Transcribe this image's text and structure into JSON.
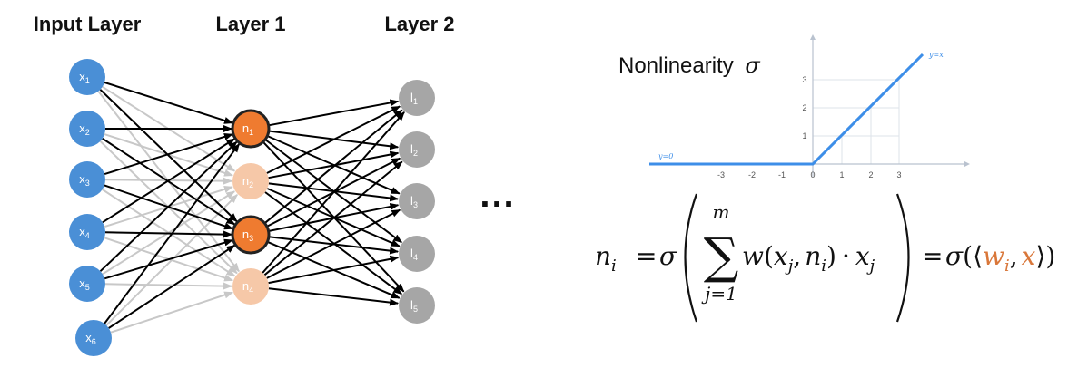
{
  "headers": {
    "input_layer": "Input Layer",
    "layer1": "Layer 1",
    "layer2": "Layer 2"
  },
  "colors": {
    "input_node": "#4a8fd6",
    "active_node": "#ef7b30",
    "active_stroke": "#222222",
    "faded_node": "#f6c8a8",
    "output_node": "#a6a6a6",
    "strong_edge": "#000000",
    "faded_edge": "#c8c8c8",
    "relu_line": "#3d8ee8",
    "axis": "#b9c2cf",
    "highlight": "#d9773a"
  },
  "input_nodes": [
    {
      "base": "x",
      "sub": "1"
    },
    {
      "base": "x",
      "sub": "2"
    },
    {
      "base": "x",
      "sub": "3"
    },
    {
      "base": "x",
      "sub": "4"
    },
    {
      "base": "x",
      "sub": "5"
    },
    {
      "base": "x",
      "sub": "6"
    }
  ],
  "hidden_nodes": [
    {
      "base": "n",
      "sub": "1",
      "active": true
    },
    {
      "base": "n",
      "sub": "2",
      "active": false
    },
    {
      "base": "n",
      "sub": "3",
      "active": true
    },
    {
      "base": "n",
      "sub": "4",
      "active": false
    }
  ],
  "output_nodes": [
    {
      "base": "l",
      "sub": "1"
    },
    {
      "base": "l",
      "sub": "2"
    },
    {
      "base": "l",
      "sub": "3"
    },
    {
      "base": "l",
      "sub": "4"
    },
    {
      "base": "l",
      "sub": "5"
    }
  ],
  "ellipsis": "...",
  "nonlinearity": {
    "label": "Nonlinearity",
    "symbol": "σ",
    "line_label_left": "y=0",
    "line_label_right": "y=x",
    "x_ticks": [
      "-3",
      "-2",
      "-1",
      "0",
      "1",
      "2",
      "3"
    ],
    "y_ticks": [
      "1",
      "2",
      "3"
    ]
  },
  "formula": {
    "lhs": "n",
    "lhs_sub": "i",
    "eq": "=",
    "sigma": "σ",
    "sum_top": "m",
    "sum_bottom": "j=1",
    "sum_symbol": "∑",
    "w": "w",
    "x": "x",
    "j": "j",
    "n": "n",
    "i": "i",
    "dot": "·",
    "comma": ",",
    "inner_w": "w",
    "inner_x": "x"
  }
}
